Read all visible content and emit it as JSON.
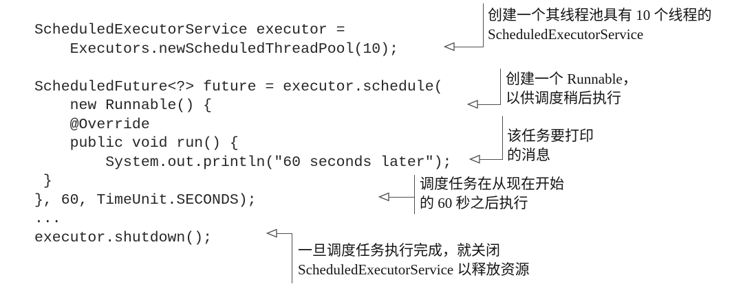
{
  "page": {
    "kind": "book-code-listing",
    "language": "java"
  },
  "colors": {
    "background": "#ffffff",
    "code_text": "#262626",
    "annotation_text": "#141414",
    "callout_line": "#4d4d4d",
    "arrowhead_fill": "#ffffff"
  },
  "code": {
    "text": "ScheduledExecutorService executor =\n    Executors.newScheduledThreadPool(10);\n\nScheduledFuture<?> future = executor.schedule(\n    new Runnable() {\n    @Override\n    public void run() {\n        System.out.println(\"60 seconds later\");\n }\n}, 60, TimeUnit.SECONDS);\n...\nexecutor.shutdown();"
  },
  "annotations": [
    {
      "target": "Executors.newScheduledThreadPool(10);",
      "lines": [
        "创建一个其线程池具有 10 个线程的",
        "ScheduledExecutorService"
      ]
    },
    {
      "target": "new Runnable() {",
      "lines": [
        "创建一个 Runnable，",
        "以供调度稍后执行"
      ]
    },
    {
      "target": "System.out.println(\"60 seconds later\");",
      "lines": [
        "该任务要打印",
        "的消息"
      ]
    },
    {
      "target": "}, 60, TimeUnit.SECONDS);",
      "lines": [
        "调度任务在从现在开始",
        "的 60 秒之后执行"
      ]
    },
    {
      "target": "executor.shutdown();",
      "lines": [
        "一旦调度任务执行完成，就关闭",
        "ScheduledExecutorService 以释放资源"
      ]
    }
  ]
}
